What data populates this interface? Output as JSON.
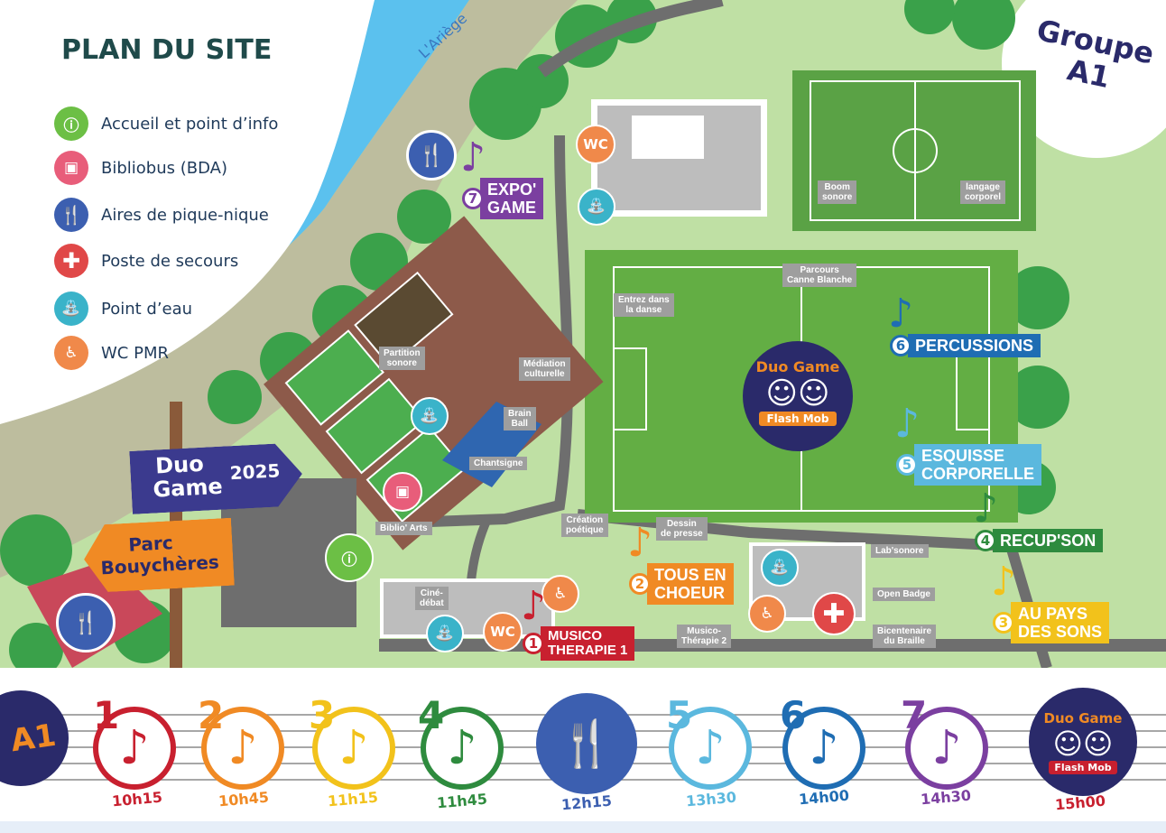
{
  "title": "PLAN DU SITE",
  "group": {
    "line1": "Groupe",
    "line2": "A1"
  },
  "river": "L'Ariège",
  "legend": [
    {
      "icon": "info-icon",
      "label": "Accueil et point d’info"
    },
    {
      "icon": "bus-icon",
      "label": "Bibliobus (BDA)"
    },
    {
      "icon": "cutlery-icon",
      "label": "Aires de pique-nique"
    },
    {
      "icon": "first-aid-icon",
      "label": "Poste de secours"
    },
    {
      "icon": "water-tap-icon",
      "label": "Point d’eau"
    },
    {
      "icon": "wheelchair-icon",
      "label": "WC PMR"
    }
  ],
  "signs": {
    "duo_game_1": "Duo",
    "duo_game_2": "Game",
    "year": "2025",
    "parc_1": "Parc",
    "parc_2": "Bouychères"
  },
  "areas": [
    {
      "id": "boom-sonore",
      "text": "Boom\nsonore"
    },
    {
      "id": "langage-corporel",
      "text": "langage\ncorporel"
    },
    {
      "id": "parcours-canne",
      "text": "Parcours\nCanne Blanche"
    },
    {
      "id": "entrez-danse",
      "text": "Entrez dans\nla danse"
    },
    {
      "id": "partition-sonore",
      "text": "Partition\nsonore"
    },
    {
      "id": "mediation-culturelle",
      "text": "Médiation\nculturelle"
    },
    {
      "id": "brain-ball",
      "text": "Brain\nBall"
    },
    {
      "id": "chantsigne",
      "text": "Chantsigne"
    },
    {
      "id": "biblio-arts",
      "text": "Biblio' Arts"
    },
    {
      "id": "creation-poetique",
      "text": "Création\npoétique"
    },
    {
      "id": "dessin-presse",
      "text": "Dessin\nde presse"
    },
    {
      "id": "cine-debat",
      "text": "Ciné-\ndébat"
    },
    {
      "id": "lab-sonore",
      "text": "Lab'sonore"
    },
    {
      "id": "open-badge",
      "text": "Open Badge"
    },
    {
      "id": "bicentenaire",
      "text": "Bicentenaire\ndu Braille"
    },
    {
      "id": "musico-therapie-2",
      "text": "Musico-\nThérapie 2"
    }
  ],
  "stages": [
    {
      "num": "1",
      "name": "MUSICO\nTHERAPIE 1",
      "color": "#c8202f"
    },
    {
      "num": "2",
      "name": "TOUS EN\nCHOEUR",
      "color": "#f08a24"
    },
    {
      "num": "3",
      "name": "AU PAYS\nDES SONS",
      "color": "#f2c21b"
    },
    {
      "num": "4",
      "name": "RECUP'SON",
      "color": "#2e8b3e"
    },
    {
      "num": "5",
      "name": "ESQUISSE\nCORPORELLE",
      "color": "#5bb8de"
    },
    {
      "num": "6",
      "name": "PERCUSSIONS",
      "color": "#1f6db3"
    },
    {
      "num": "7",
      "name": "EXPO'\nGAME",
      "color": "#7b3fa0"
    }
  ],
  "badge": {
    "line1": "Duo Game",
    "line2": "Flash Mob"
  },
  "wc": "WC",
  "schedule": {
    "group": "A1",
    "items": [
      {
        "num": "1",
        "time": "10h15",
        "color": "#c8202f"
      },
      {
        "num": "2",
        "time": "10h45",
        "color": "#f08a24"
      },
      {
        "num": "3",
        "time": "11h15",
        "color": "#f2c21b"
      },
      {
        "num": "4",
        "time": "11h45",
        "color": "#2e8b3e"
      },
      {
        "num": "",
        "time": "12h15",
        "color": "#3c5fb0",
        "icon": "cutlery-icon"
      },
      {
        "num": "5",
        "time": "13h30",
        "color": "#5bb8de"
      },
      {
        "num": "6",
        "time": "14h00",
        "color": "#1f6db3"
      },
      {
        "num": "7",
        "time": "14h30",
        "color": "#7b3fa0"
      },
      {
        "num": "",
        "time": "15h00",
        "color": "#c8202f",
        "icon": "duo-game-badge"
      }
    ]
  }
}
